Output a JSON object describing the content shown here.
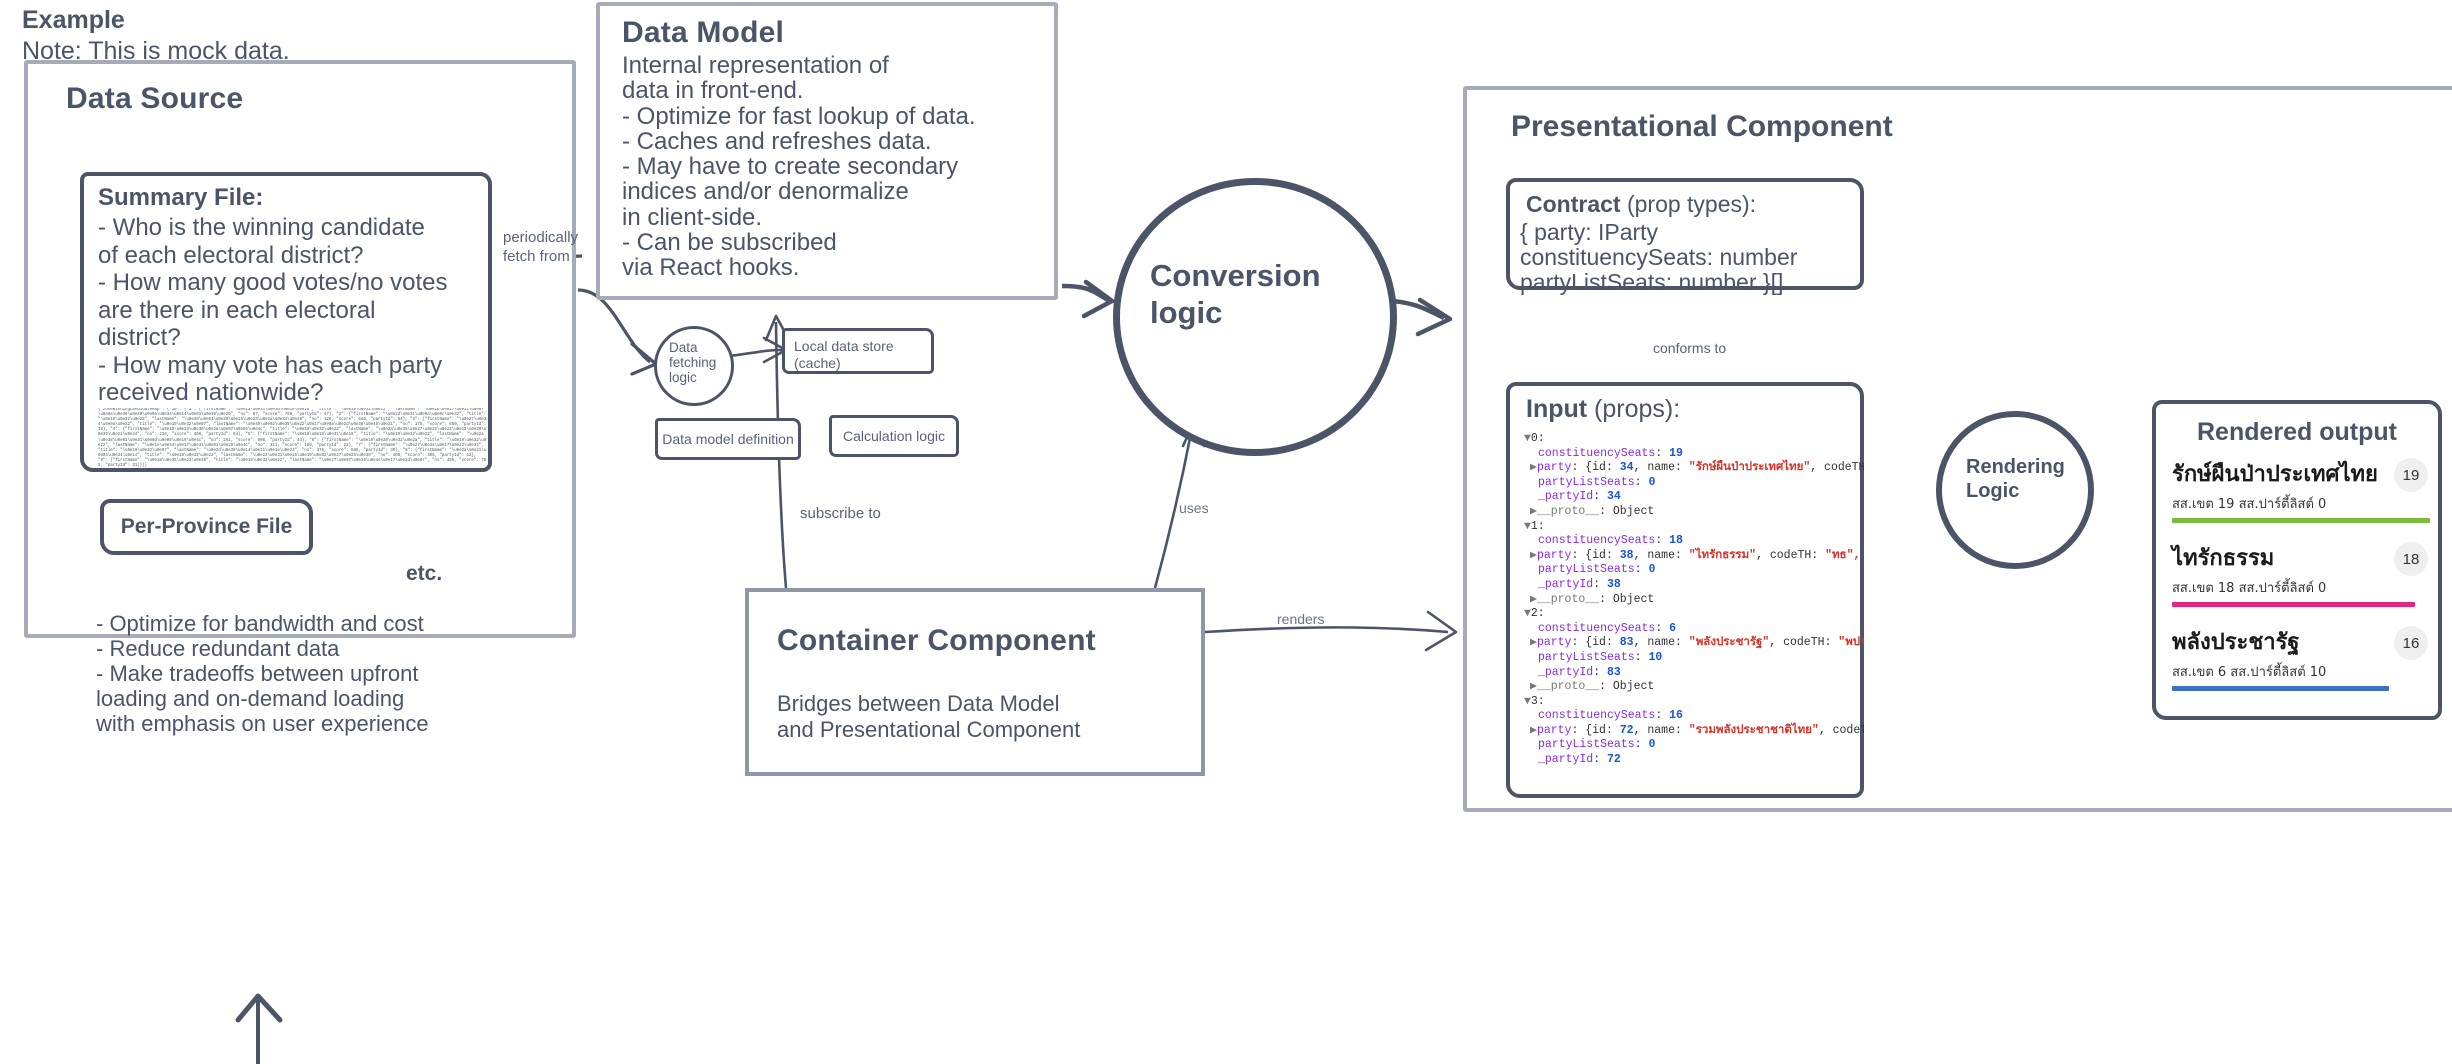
{
  "header": {
    "title": "Example",
    "note": "Note: This is mock data."
  },
  "data_source": {
    "title": "Data Source",
    "summary_file": {
      "heading": "Summary File:",
      "questions": "- Who is the winning candidate\n   of each electoral district?\n- How many good votes/no votes\n   are there in each electoral\n   district?\n- How many vote has each party\n   received nationwide?",
      "json_preview": "{\"zoneWinningCandidateMap\": {\"10\": {\"1\": {\"firstName\": \"\\u0e13\\u0e31\\u0e10\\u0e1e\\u0e25\", \"title\": \"\\u0e19\\u0e32\\u0e22\", \"lastName\": \"\\u0e2b\\u0e27\\u0e31\\u0e07\\u0e0a\\u0e39\\u0e40\\u0e0a\\u0e34\\u0e14\\u0e01\\u0e38\\u0e25\", \"no\": 87, \"score\": 789, \"partyId\": 47}, \"2\": {\"firstName\": \"\\u0e2d\\u0e31\\u0e0a\\u0e0c\\u0e32\", \"title\": \"\\u0e19\\u0e32\\u0e22\", \"lastName\": \"\\u0e40\\u0e01\\u0e29\\u0e15\\u0e23\\u0e2a\\u0e34\\u0e19\", \"no\": 128, \"score\": 648, \"partyId\": 64}, \"3\": {\"firstName\": \"\\u0e27\\u0e34\\u0e0a\\u0e32\", \"title\": \"\\u0e19\\u0e32\\u0e07\", \"lastName\": \"\\u0e40\\u0e02\\u0e35\\u0e22\\u0e27\\u0e0a\\u0e2d\\u0e38\\u0e48\\u0e21\", \"no\": 175, \"score\": 850, \"partyId\": 18}, \"4\": {\"firstName\": \"\\u0e1b\\u0e23\\u0e30\\u0e2a\\u0e07\\u0e04\\u0e4c\", \"title\": \"\\u0e19\\u0e32\\u0e22\", \"lastName\": \"\\u0e2a\\u0e38\\u0e27\\u0e23\\u0e23\\u0e13\\u0e20\\u0e39\\u0e21\\u0e34\", \"no\": 214, \"score\": 406, \"partyId\": 64}, \"5\": {\"firstName\": \"\\u0e18\\u0e19\\u0e31\\u0e19\", \"title\": \"\\u0e19\\u0e32\\u0e22\", \"lastName\": \"\\u0e2a\\u0e38\\u0e01\\u0e31\\u0e0d\\u0e08\\u0e19\\u0e4c\", \"no\": 251, \"score\": 908, \"partyId\": 44}, \"6\": {\"firstName\": \"\\u0e19\\u0e20\\u0e32\\u0e2a\", \"title\": \"\\u0e19\\u0e32\\u0e22\", \"lastName\": \"\\u0e1e\\u0e34\\u0e17\\u0e31\\u0e01\\u0e29\\u0e4c\", \"no\": 311, \"score\": 189, \"partyId\": 23}, \"7\": {\"firstName\": \"\\u0e27\\u0e34\\u0e17\\u0e22\\u0e32\", \"title\": \"\\u0e19\\u0e32\\u0e07\", \"lastName\": \"\\u0e2d\\u0e38\\u0e14\\u0e21\\u0e1e\\u0e23\", \"no\": 376, \"score\": 585, \"partyId\": 39}, \"8\": {\"firstName\": \"\\u0e2a\\u0e21\\u0e04\\u0e34\\u0e14\", \"title\": \"\\u0e19\\u0e32\\u0e22\", \"lastName\": \"\\u0e23\\u0e31\\u0e15\\u0e19\\u0e32\\u0e27\\u0e25\\u0e35\", \"no\": 408, \"score\": 306, \"partyId\": 12}, \"9\": {\"firstName\": \"\\u0e18\\u0e35\\u0e23\\u0e30\", \"title\": \"\\u0e19\\u0e32\\u0e22\", \"lastName\": \"\\u0e27\\u0e07\\u0e29\\u0e4c\\u0e17\\u0e2d\\u0e07\", \"no\": 455, \"score\": 702, \"partyId\": 31}}}}"
    },
    "per_province_file": "Per-Province File",
    "etc": "etc.",
    "notes": "- Optimize for bandwidth and cost\n- Reduce redundant data\n- Make tradeoffs between upfront\n   loading and on-demand loading\n   with emphasis on user experience"
  },
  "data_model": {
    "title": "Data Model",
    "body": "Internal representation of\ndata in front-end.\n- Optimize for fast lookup of data.\n- Caches and refreshes data.\n- May have to create secondary\n   indices and/or denormalize\n   in client-side.\n- Can be subscribed\n   via React hooks.",
    "fetch_circle": "Data\nfetching\nlogic",
    "cache_box": "Local data store\n(cache)",
    "definition_box": "Data model definition",
    "calculation_box": "Calculation logic"
  },
  "conversion": {
    "label": "Conversion\nlogic"
  },
  "container_component": {
    "title": "Container Component",
    "body": "Bridges between Data Model\nand Presentational Component"
  },
  "presentational": {
    "title": "Presentational Component",
    "contract": {
      "label_bold": "Contract",
      "label_rest": " (prop types):",
      "body": "{ party: IParty\n   constituencySeats: number\n   partyListSeats: number }[]"
    },
    "input": {
      "label_bold": "Input",
      "label_rest": " (props):",
      "entries": [
        {
          "index": "0",
          "constituencySeats": "19",
          "party_id": "34",
          "party_name": "\"รักษ์ผืนป่าประเทศไทย\"",
          "code_th": "\"",
          "partyListSeats": "0",
          "_partyId": "34",
          "proto": "__proto__: Object"
        },
        {
          "index": "1",
          "constituencySeats": "18",
          "party_id": "38",
          "party_name": "\"ไทรักธรรม\"",
          "code_th": "\"ทธ\", code",
          "partyListSeats": "0",
          "_partyId": "38",
          "proto": "__proto__: Object"
        },
        {
          "index": "2",
          "constituencySeats": "6",
          "party_id": "83",
          "party_name": "\"พลังประชารัฐ\"",
          "code_th": "\"พปชร\",",
          "partyListSeats": "10",
          "_partyId": "83",
          "proto": "__proto__: Object"
        },
        {
          "index": "3",
          "constituencySeats": "16",
          "party_id": "72",
          "party_name": "\"รวมพลังประชาชาติไทย\"",
          "code_th": "'",
          "partyListSeats": "0",
          "_partyId": "72",
          "proto": ""
        }
      ]
    }
  },
  "rendering_logic": {
    "label": "Rendering\nLogic"
  },
  "rendered_output": {
    "title": "Rendered output",
    "parties": [
      {
        "name": "รักษ์ผืนป่าประเทศไทย",
        "seats": "19",
        "detail": "สส.เขต 19 สส.ปาร์ตี้ลิสต์ 0",
        "bar_color": "#7ebb3c",
        "bar_width": "100%"
      },
      {
        "name": "ไทรักธรรม",
        "seats": "18",
        "detail": "สส.เขต 18 สส.ปาร์ตี้ลิสต์ 0",
        "bar_color": "#e5267f",
        "bar_width": "94%"
      },
      {
        "name": "พลังประชารัฐ",
        "seats": "16",
        "detail": "สส.เขต 6 สส.ปาร์ตี้ลิสต์ 10",
        "bar_color": "#3b6fc4",
        "bar_width": "84%"
      }
    ]
  },
  "edge_labels": {
    "periodically_fetch_from": "periodically\nfetch from",
    "subscribe_to": "subscribe to",
    "uses": "uses",
    "renders": "renders",
    "conforms_to": "conforms to"
  },
  "colors": {
    "ink": "#4a5568",
    "outline_light": "#a5acb8",
    "outline_dark": "#4c5568"
  }
}
